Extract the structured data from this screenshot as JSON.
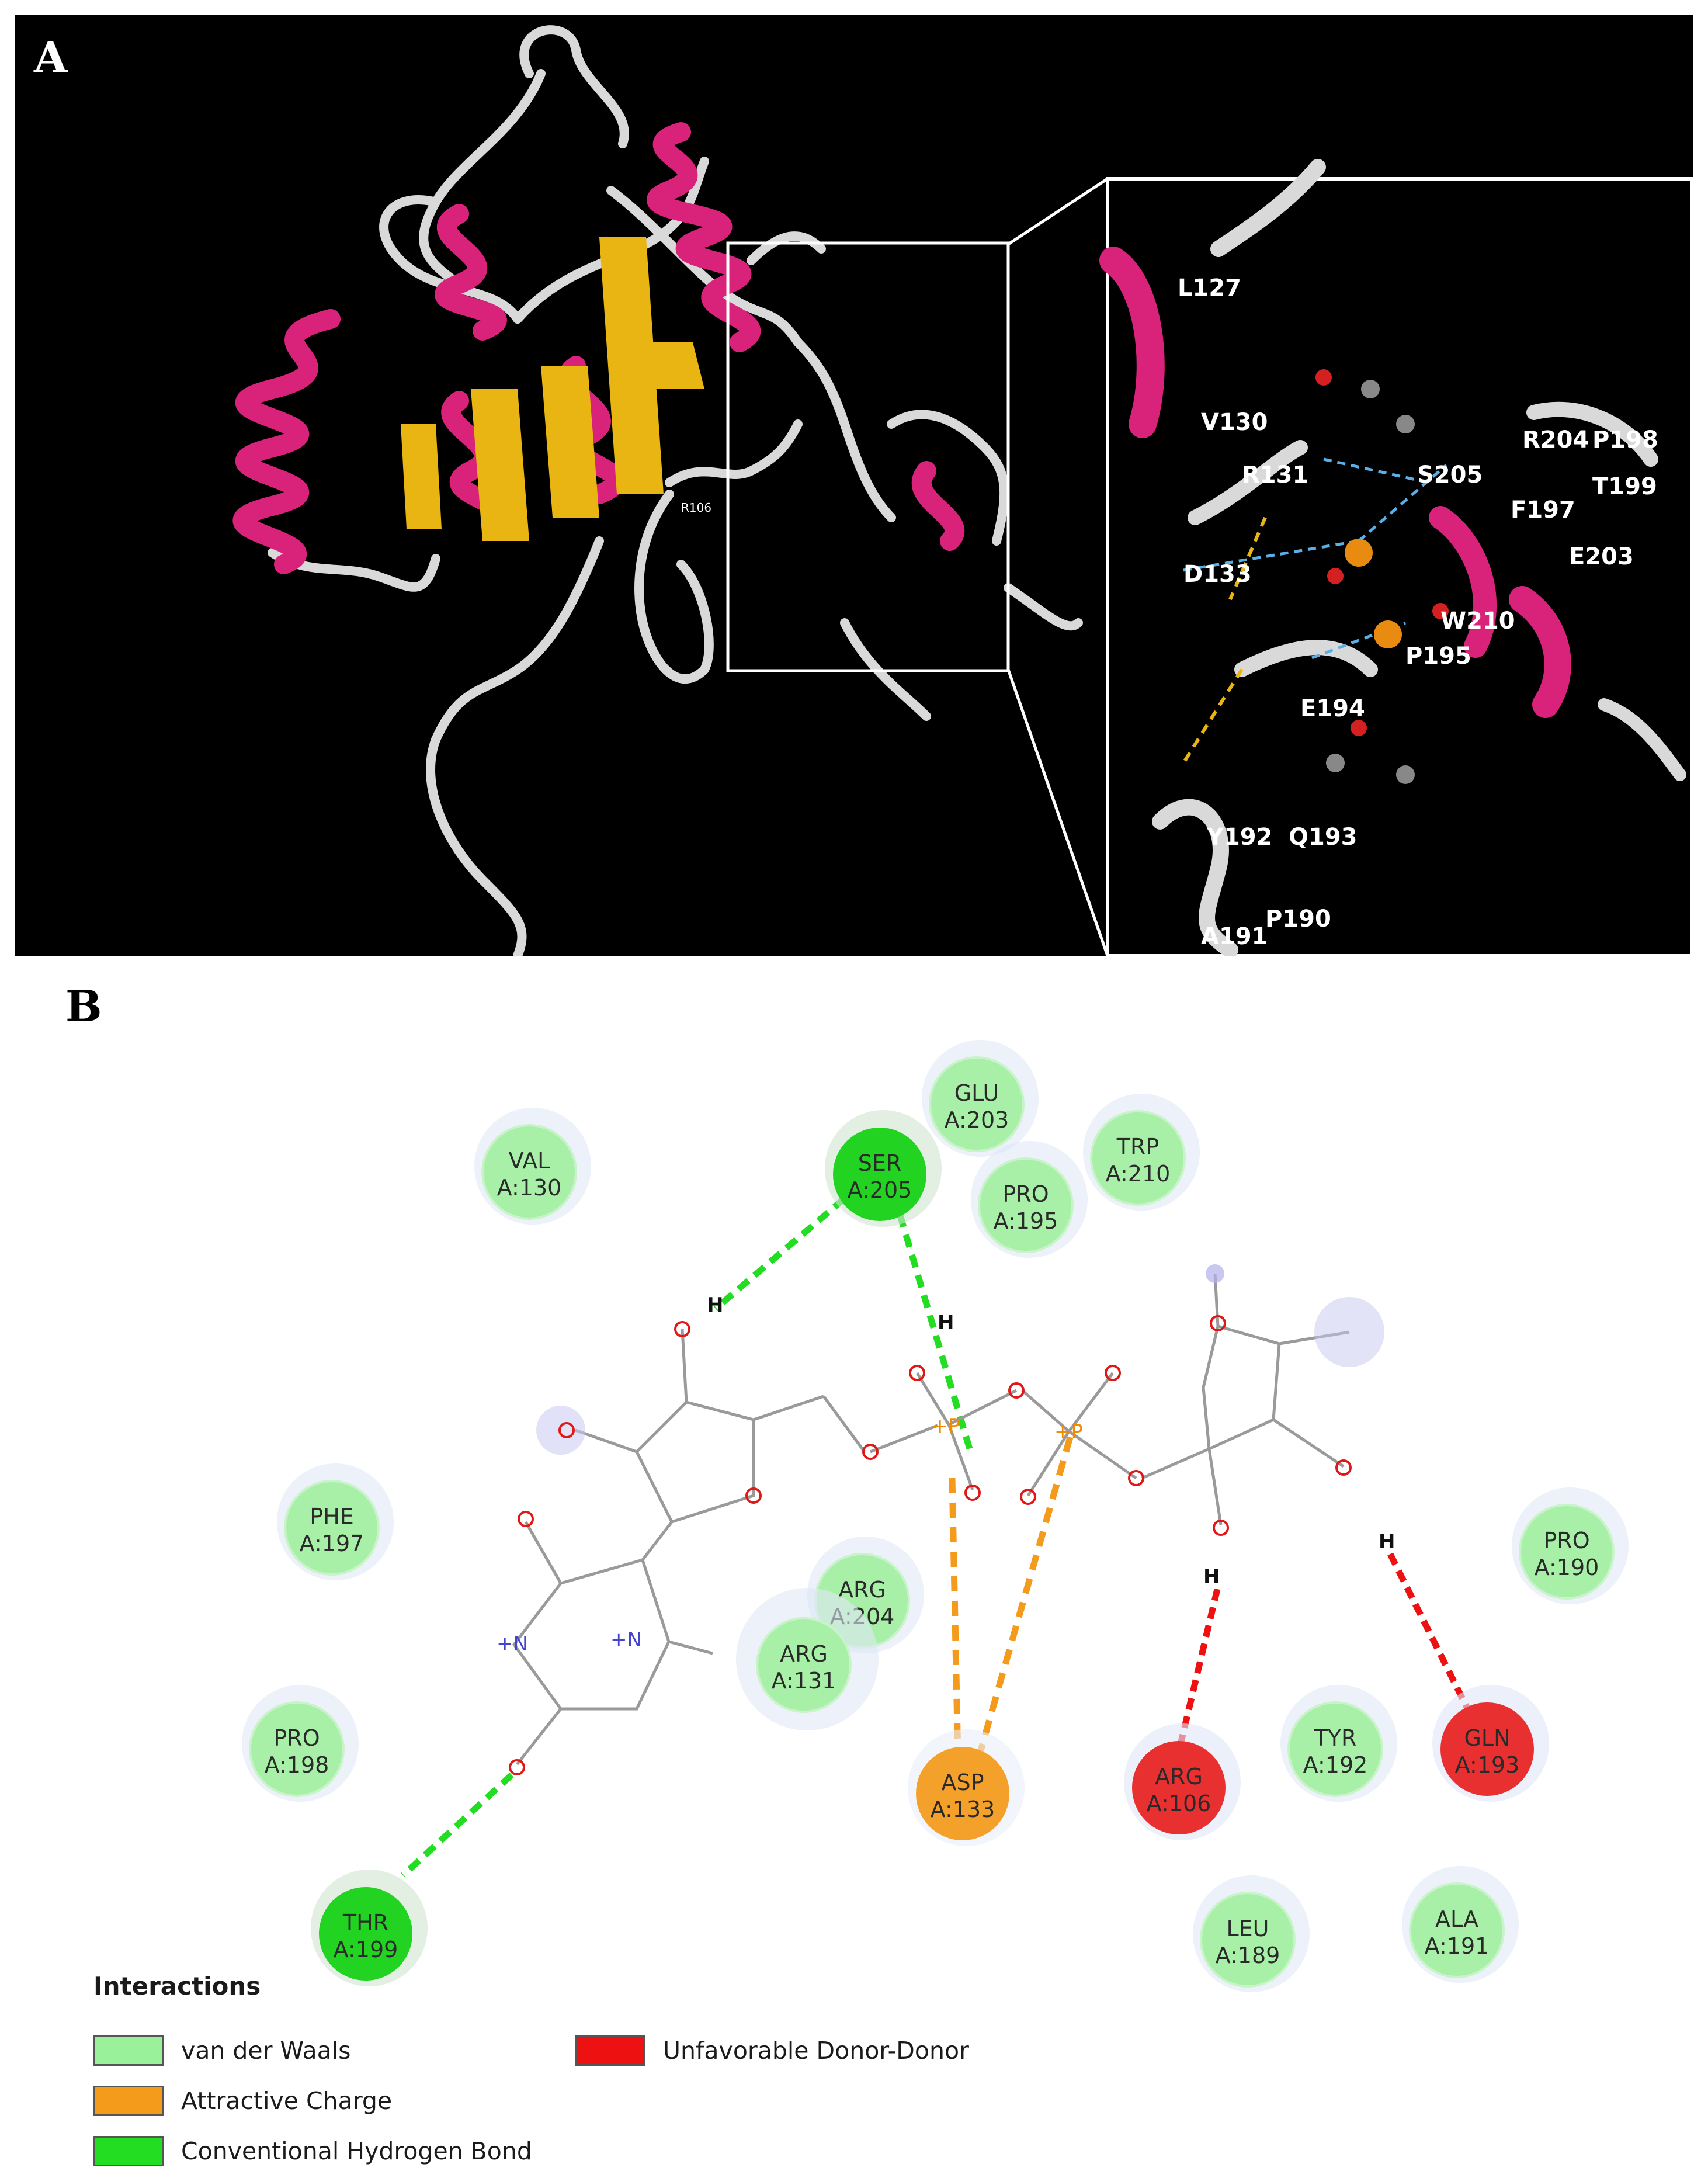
{
  "panel_a": {
    "letter": "A",
    "residue_labels": [
      "L127",
      "V130",
      "R131",
      "D133",
      "S205",
      "R204",
      "P198",
      "F197",
      "T199",
      "E203",
      "W210",
      "P195",
      "E194",
      "Y192",
      "Q193",
      "A191",
      "P190",
      "R106"
    ]
  },
  "panel_b": {
    "letter": "B",
    "residues": [
      {
        "name": "GLU",
        "id": "A:203",
        "type": "vdw"
      },
      {
        "name": "TRP",
        "id": "A:210",
        "type": "vdw"
      },
      {
        "name": "VAL",
        "id": "A:130",
        "type": "vdw"
      },
      {
        "name": "SER",
        "id": "A:205",
        "type": "hbond"
      },
      {
        "name": "PRO",
        "id": "A:195",
        "type": "vdw"
      },
      {
        "name": "PHE",
        "id": "A:197",
        "type": "vdw"
      },
      {
        "name": "ARG",
        "id": "A:204",
        "type": "vdw"
      },
      {
        "name": "ARG",
        "id": "A:131",
        "type": "vdw"
      },
      {
        "name": "PRO",
        "id": "A:190",
        "type": "vdw"
      },
      {
        "name": "PRO",
        "id": "A:198",
        "type": "vdw"
      },
      {
        "name": "TYR",
        "id": "A:192",
        "type": "vdw"
      },
      {
        "name": "GLN",
        "id": "A:193",
        "type": "unfav"
      },
      {
        "name": "ASP",
        "id": "A:133",
        "type": "charge"
      },
      {
        "name": "ARG",
        "id": "A:106",
        "type": "unfav"
      },
      {
        "name": "THR",
        "id": "A:199",
        "type": "hbond"
      },
      {
        "name": "LEU",
        "id": "A:189",
        "type": "vdw"
      },
      {
        "name": "ALA",
        "id": "A:191",
        "type": "vdw"
      }
    ],
    "atom_labels": {
      "h": "H",
      "p": "P",
      "p_charged": "+P",
      "n_charged": "+N",
      "o": "O"
    },
    "legend": {
      "title": "Interactions",
      "items": [
        {
          "label": "van der Waals",
          "color": "#99f29a"
        },
        {
          "label": "Attractive Charge",
          "color": "#f59b1c"
        },
        {
          "label": "Conventional Hydrogen Bond",
          "color": "#22dd22"
        },
        {
          "label": "Unfavorable Donor-Donor",
          "color": "#ee1111"
        }
      ]
    }
  }
}
